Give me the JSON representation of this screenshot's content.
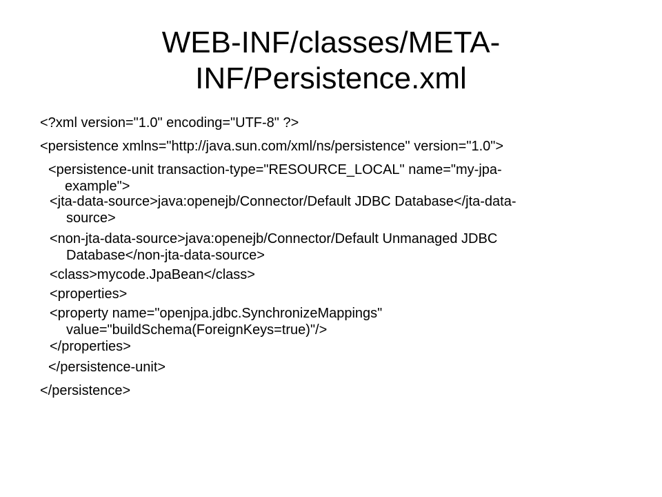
{
  "slide": {
    "title_line1": "WEB-INF/classes/META-",
    "title_line2": "INF/Persistence.xml",
    "lines": [
      {
        "text": "<?xml version=\"1.0\" encoding=\"UTF-8\" ?>"
      },
      {
        "text": "<persistence xmlns=\"http://java.sun.com/xml/ns/persistence\" version=\"1.0\">"
      },
      {
        "text": "<persistence-unit transaction-type=\"RESOURCE_LOCAL\" name=\"my-jpa-",
        "cont": "example\">"
      },
      {
        "text": "<jta-data-source>java:openejb/Connector/Default JDBC Database</jta-data-",
        "cont": "source>"
      },
      {
        "text": "<non-jta-data-source>java:openejb/Connector/Default Unmanaged JDBC",
        "cont": "Database</non-jta-data-source>"
      },
      {
        "text": "<class>mycode.JpaBean</class>"
      },
      {
        "text": "<properties>"
      },
      {
        "text": "<property name=\"openjpa.jdbc.SynchronizeMappings\"",
        "cont": "value=\"buildSchema(ForeignKeys=true)\"/>"
      },
      {
        "text": "</properties>"
      },
      {
        "text": "</persistence-unit>"
      },
      {
        "text": "</persistence>"
      }
    ]
  }
}
